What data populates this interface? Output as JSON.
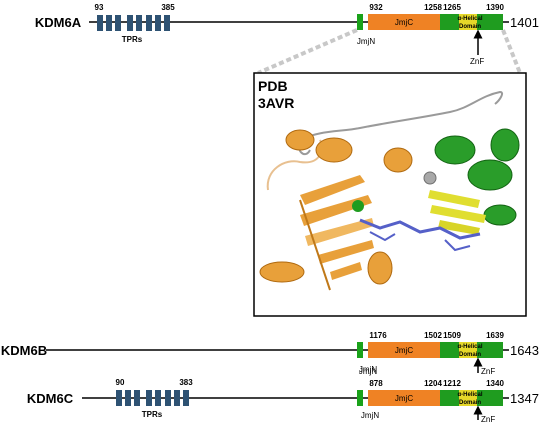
{
  "colors": {
    "tpr": "#2e5273",
    "jmjn": "#1aa21a",
    "jmjc": "#ef8224",
    "helical": "#1f9c1f",
    "znf": "#e6d829",
    "line": "#000000",
    "dashed": "#c8c8c8",
    "helix_orange": "#e8a03a",
    "helix_green": "#2a9d2a",
    "strand_yellow": "#e0de30",
    "ligand": "#5560c8",
    "loop_gray": "#9a9a9a"
  },
  "proteins": [
    {
      "name": "KDM6A",
      "length_label": "1401",
      "tpr_label": "TPRs",
      "tpr_start": "93",
      "tpr_end": "385",
      "jmjn_label": "JmjN",
      "jmjc_label": "JmjC",
      "helical_label": "α-Helical Domain",
      "znf_label": "ZnF",
      "pos_jmjc_start": "932",
      "pos_jmjc_end": "1258",
      "pos_helical_start": "1265",
      "pos_helical_end": "1390"
    },
    {
      "name": "KDM6B",
      "length_label": "1643",
      "jmjn_label": "JmjN",
      "jmjc_label": "JmjC",
      "helical_label": "α-Helical Domain",
      "znf_label": "ZnF",
      "pos_jmjc_start": "1176",
      "pos_jmjc_end": "1502",
      "pos_helical_start": "1509",
      "pos_helical_end": "1639"
    },
    {
      "name": "KDM6C",
      "length_label": "1347",
      "tpr_label": "TPRs",
      "tpr_start": "90",
      "tpr_end": "383",
      "jmjn_label": "JmjN",
      "jmjc_label": "JmjC",
      "helical_label": "α-Helical Domain",
      "znf_label": "ZnF",
      "pos_jmjc_start": "878",
      "pos_jmjc_end": "1204",
      "pos_helical_start": "1212",
      "pos_helical_end": "1340"
    }
  ],
  "structure": {
    "title_line1": "PDB",
    "title_line2": "3AVR"
  }
}
